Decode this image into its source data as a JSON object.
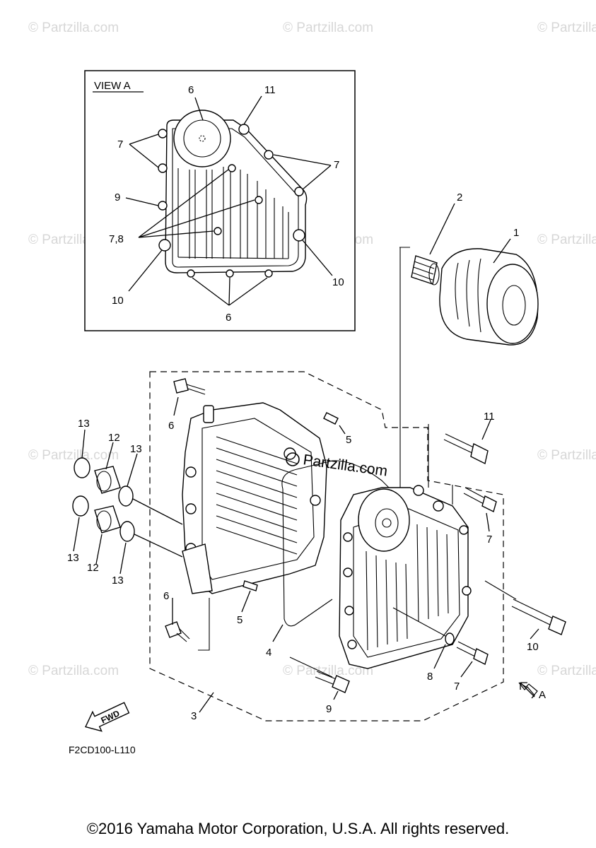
{
  "watermark_text": "© Partzilla.com",
  "view_a": {
    "title": "VIEW A"
  },
  "view_a_callouts": {
    "c6_top": "6",
    "c11": "11",
    "c7_left": "7",
    "c7_right": "7",
    "c9": "9",
    "c78": "7,8",
    "c10_left": "10",
    "c10_right": "10",
    "c6_bottom": "6"
  },
  "main_callouts": {
    "c1": "1",
    "c2": "2",
    "c3": "3",
    "c4": "4",
    "c5_top": "5",
    "c5_bottom": "5",
    "c6_top": "6",
    "c6_bottom": "6",
    "c7_upper": "7",
    "c7_lower": "7",
    "c8": "8",
    "c9": "9",
    "c10": "10",
    "c11": "11",
    "c12_top": "12",
    "c12_bottom": "12",
    "c13_tl": "13",
    "c13_tr": "13",
    "c13_bl": "13",
    "c13_br": "13"
  },
  "arrow_a_label": "A",
  "fwd_label": "FWD",
  "center_watermark": "Partzilla.com",
  "diagram_code": "F2CD100-L110",
  "copyright": "©2016 Yamaha Motor Corporation, U.S.A. All rights reserved."
}
